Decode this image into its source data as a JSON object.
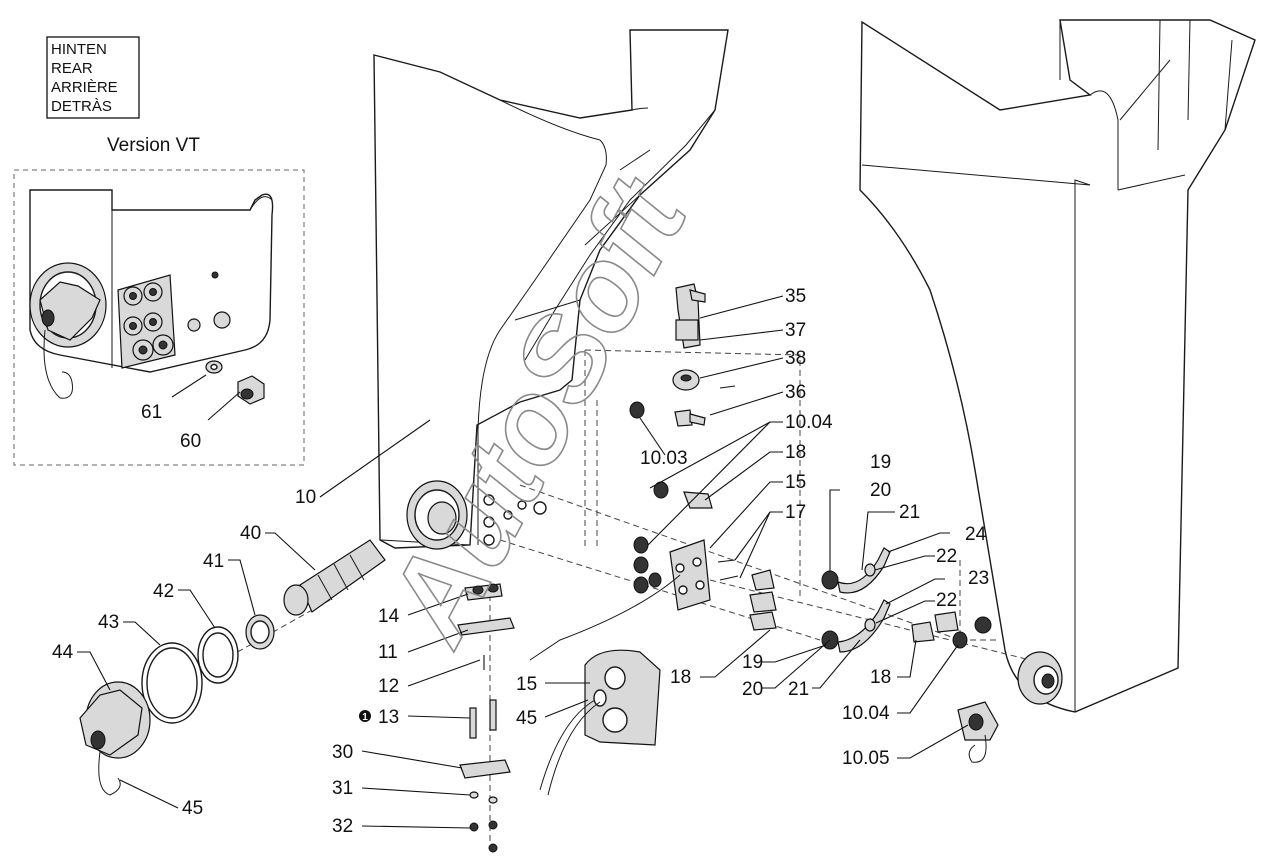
{
  "rear_box": {
    "lines": [
      "HINTEN",
      "REAR",
      "ARRIÈRE",
      "DETRÀS"
    ]
  },
  "version_title": "Version VT",
  "watermark": "AutoSoft",
  "part_labels": [
    {
      "id": "61",
      "text": "61"
    },
    {
      "id": "60",
      "text": "60"
    },
    {
      "id": "10",
      "text": "10"
    },
    {
      "id": "40",
      "text": "40"
    },
    {
      "id": "41",
      "text": "41"
    },
    {
      "id": "42",
      "text": "42"
    },
    {
      "id": "43",
      "text": "43"
    },
    {
      "id": "44",
      "text": "44"
    },
    {
      "id": "45a",
      "text": "45"
    },
    {
      "id": "14",
      "text": "14"
    },
    {
      "id": "11",
      "text": "11"
    },
    {
      "id": "12",
      "text": "12"
    },
    {
      "id": "13",
      "text": "13"
    },
    {
      "id": "30",
      "text": "30"
    },
    {
      "id": "31",
      "text": "31"
    },
    {
      "id": "32",
      "text": "32"
    },
    {
      "id": "15a",
      "text": "15"
    },
    {
      "id": "45b",
      "text": "45"
    },
    {
      "id": "35",
      "text": "35"
    },
    {
      "id": "37",
      "text": "37"
    },
    {
      "id": "38",
      "text": "38"
    },
    {
      "id": "36",
      "text": "36"
    },
    {
      "id": "10.04a",
      "text": "10.04"
    },
    {
      "id": "10.03",
      "text": "10.03"
    },
    {
      "id": "18a",
      "text": "18"
    },
    {
      "id": "15b",
      "text": "15"
    },
    {
      "id": "17",
      "text": "17"
    },
    {
      "id": "18b",
      "text": "18"
    },
    {
      "id": "19a",
      "text": "19"
    },
    {
      "id": "20a",
      "text": "20"
    },
    {
      "id": "19b",
      "text": "19"
    },
    {
      "id": "20b",
      "text": "20"
    },
    {
      "id": "21a",
      "text": "21"
    },
    {
      "id": "21b",
      "text": "21"
    },
    {
      "id": "24",
      "text": "24"
    },
    {
      "id": "22a",
      "text": "22"
    },
    {
      "id": "23",
      "text": "23"
    },
    {
      "id": "22b",
      "text": "22"
    },
    {
      "id": "18c",
      "text": "18"
    },
    {
      "id": "10.04b",
      "text": "10.04"
    },
    {
      "id": "10.05",
      "text": "10.05"
    }
  ],
  "note_marker": "1"
}
